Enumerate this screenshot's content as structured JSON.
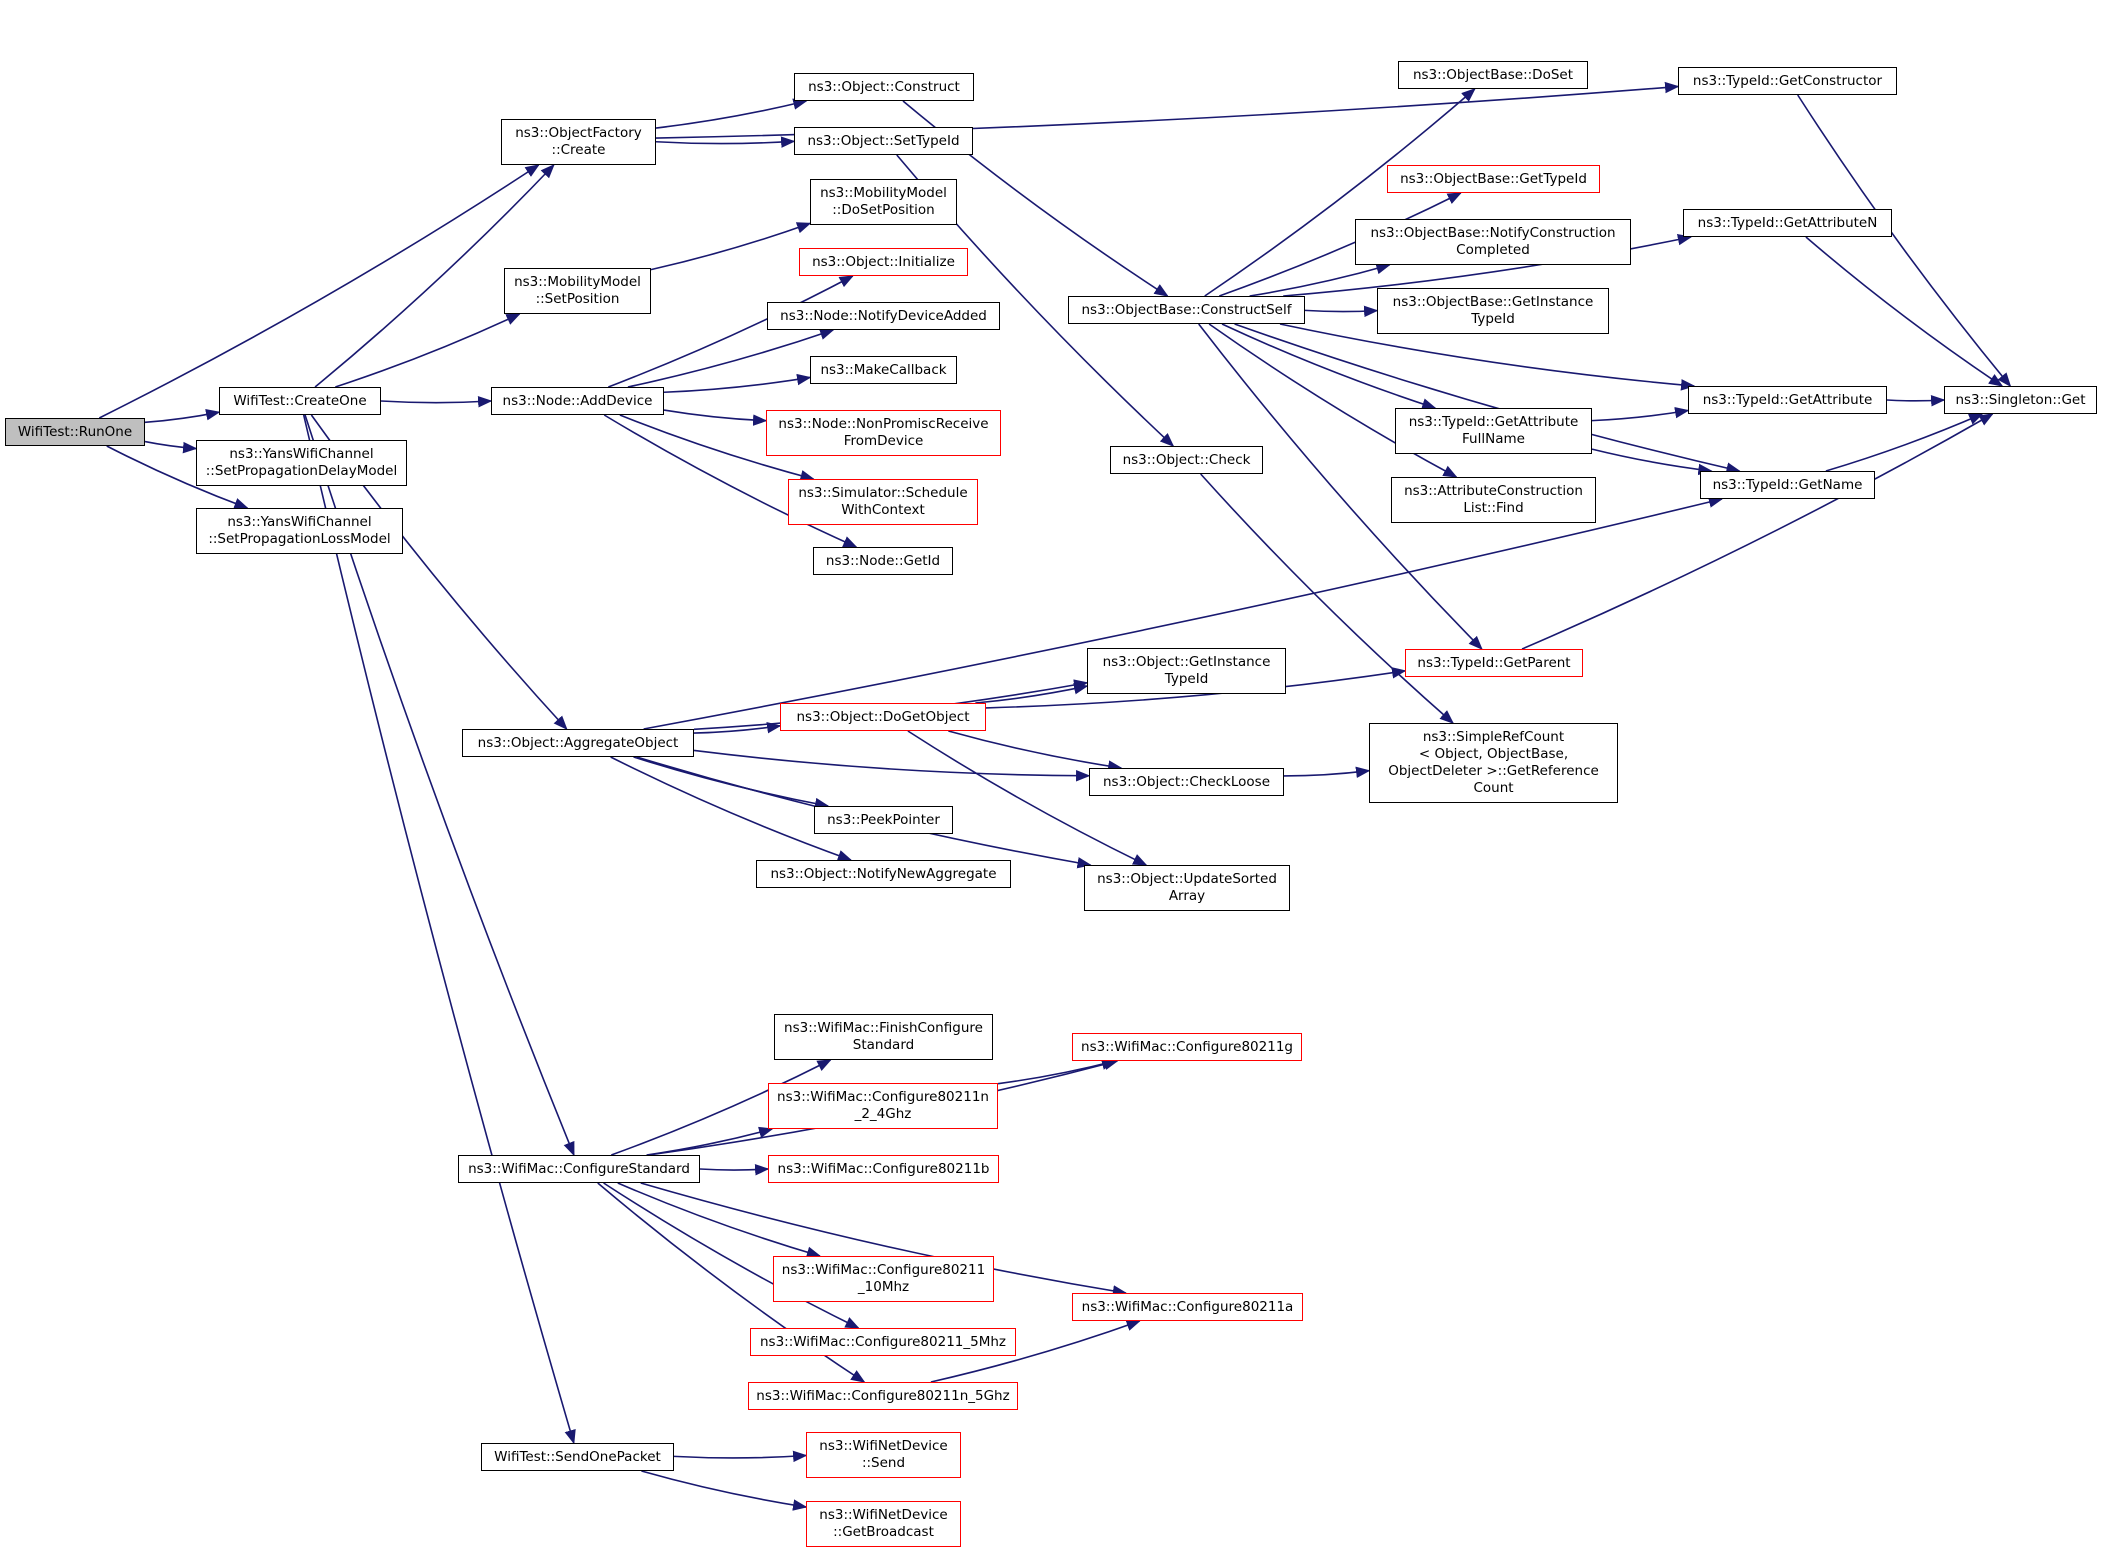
{
  "colors": {
    "edge": "#191970",
    "border_default": "#000000",
    "border_undocumented": "#ff0000",
    "root_fill": "#bfbfbf",
    "background": "#ffffff"
  },
  "nodes": {
    "runone": {
      "label": "WifiTest::RunOne",
      "style": "root"
    },
    "createone": {
      "label": "WifiTest::CreateOne",
      "style": "normal"
    },
    "setpropdelay": {
      "label": "ns3::YansWifiChannel\n::SetPropagationDelayModel",
      "style": "normal"
    },
    "setproploss": {
      "label": "ns3::YansWifiChannel\n::SetPropagationLossModel",
      "style": "normal"
    },
    "objfactory": {
      "label": "ns3::ObjectFactory\n::Create",
      "style": "normal"
    },
    "mobsetpos": {
      "label": "ns3::MobilityModel\n::SetPosition",
      "style": "normal"
    },
    "adddevice": {
      "label": "ns3::Node::AddDevice",
      "style": "normal"
    },
    "aggregate": {
      "label": "ns3::Object::AggregateObject",
      "style": "normal"
    },
    "configstd": {
      "label": "ns3::WifiMac::ConfigureStandard",
      "style": "normal"
    },
    "sendone": {
      "label": "WifiTest::SendOnePacket",
      "style": "normal"
    },
    "construct": {
      "label": "ns3::Object::Construct",
      "style": "normal"
    },
    "settypeid": {
      "label": "ns3::Object::SetTypeId",
      "style": "normal"
    },
    "dosetpos": {
      "label": "ns3::MobilityModel\n::DoSetPosition",
      "style": "normal"
    },
    "initialize": {
      "label": "ns3::Object::Initialize",
      "style": "red"
    },
    "notifydev": {
      "label": "ns3::Node::NotifyDeviceAdded",
      "style": "normal"
    },
    "makecb": {
      "label": "ns3::MakeCallback",
      "style": "normal"
    },
    "nonpromisc": {
      "label": "ns3::Node::NonPromiscReceive\nFromDevice",
      "style": "red"
    },
    "schedule": {
      "label": "ns3::Simulator::Schedule\nWithContext",
      "style": "red"
    },
    "getid": {
      "label": "ns3::Node::GetId",
      "style": "normal"
    },
    "dogetobj": {
      "label": "ns3::Object::DoGetObject",
      "style": "red"
    },
    "peekptr": {
      "label": "ns3::PeekPointer",
      "style": "normal"
    },
    "notifyagg": {
      "label": "ns3::Object::NotifyNewAggregate",
      "style": "normal"
    },
    "finishcfg": {
      "label": "ns3::WifiMac::FinishConfigure\nStandard",
      "style": "normal"
    },
    "cfg11n24": {
      "label": "ns3::WifiMac::Configure80211n\n_2_4Ghz",
      "style": "red"
    },
    "cfg11b": {
      "label": "ns3::WifiMac::Configure80211b",
      "style": "red"
    },
    "cfg10mhz": {
      "label": "ns3::WifiMac::Configure80211\n_10Mhz",
      "style": "red"
    },
    "cfg5mhz": {
      "label": "ns3::WifiMac::Configure80211_5Mhz",
      "style": "red"
    },
    "cfg11n5": {
      "label": "ns3::WifiMac::Configure80211n_5Ghz",
      "style": "red"
    },
    "wifisend": {
      "label": "ns3::WifiNetDevice\n::Send",
      "style": "red"
    },
    "getbcast": {
      "label": "ns3::WifiNetDevice\n::GetBroadcast",
      "style": "red"
    },
    "constructself": {
      "label": "ns3::ObjectBase::ConstructSelf",
      "style": "normal"
    },
    "objcheck": {
      "label": "ns3::Object::Check",
      "style": "normal"
    },
    "getinsttid2": {
      "label": "ns3::Object::GetInstance\nTypeId",
      "style": "normal"
    },
    "checkloose": {
      "label": "ns3::Object::CheckLoose",
      "style": "normal"
    },
    "updsorted": {
      "label": "ns3::Object::UpdateSorted\nArray",
      "style": "normal"
    },
    "cfg11g": {
      "label": "ns3::WifiMac::Configure80211g",
      "style": "red"
    },
    "cfg11a": {
      "label": "ns3::WifiMac::Configure80211a",
      "style": "red"
    },
    "doset": {
      "label": "ns3::ObjectBase::DoSet",
      "style": "normal"
    },
    "obgettid": {
      "label": "ns3::ObjectBase::GetTypeId",
      "style": "red"
    },
    "notifyconst": {
      "label": "ns3::ObjectBase::NotifyConstruction\nCompleted",
      "style": "normal"
    },
    "getinsttid": {
      "label": "ns3::ObjectBase::GetInstance\nTypeId",
      "style": "normal"
    },
    "getattrfull": {
      "label": "ns3::TypeId::GetAttribute\nFullName",
      "style": "normal"
    },
    "attrfind": {
      "label": "ns3::AttributeConstruction\nList::Find",
      "style": "normal"
    },
    "getparent": {
      "label": "ns3::TypeId::GetParent",
      "style": "red"
    },
    "simpleref": {
      "label": "ns3::SimpleRefCount\n< Object, ObjectBase,\n ObjectDeleter >::GetReference\nCount",
      "style": "normal"
    },
    "getctor": {
      "label": "ns3::TypeId::GetConstructor",
      "style": "normal"
    },
    "getattrn": {
      "label": "ns3::TypeId::GetAttributeN",
      "style": "normal"
    },
    "getattr": {
      "label": "ns3::TypeId::GetAttribute",
      "style": "normal"
    },
    "getname": {
      "label": "ns3::TypeId::GetName",
      "style": "normal"
    },
    "singleton": {
      "label": "ns3::Singleton::Get",
      "style": "normal"
    }
  },
  "edges": [
    [
      "runone",
      "createone"
    ],
    [
      "runone",
      "setpropdelay"
    ],
    [
      "runone",
      "setproploss"
    ],
    [
      "runone",
      "objfactory"
    ],
    [
      "createone",
      "objfactory"
    ],
    [
      "createone",
      "mobsetpos"
    ],
    [
      "createone",
      "adddevice"
    ],
    [
      "createone",
      "aggregate"
    ],
    [
      "createone",
      "configstd"
    ],
    [
      "createone",
      "sendone"
    ],
    [
      "objfactory",
      "construct"
    ],
    [
      "objfactory",
      "settypeid"
    ],
    [
      "objfactory",
      "getctor"
    ],
    [
      "mobsetpos",
      "dosetpos"
    ],
    [
      "adddevice",
      "initialize"
    ],
    [
      "adddevice",
      "notifydev"
    ],
    [
      "adddevice",
      "makecb"
    ],
    [
      "adddevice",
      "nonpromisc"
    ],
    [
      "adddevice",
      "schedule"
    ],
    [
      "adddevice",
      "getid"
    ],
    [
      "construct",
      "constructself"
    ],
    [
      "settypeid",
      "objcheck"
    ],
    [
      "constructself",
      "doset"
    ],
    [
      "constructself",
      "obgettid"
    ],
    [
      "constructself",
      "notifyconst"
    ],
    [
      "constructself",
      "getinsttid"
    ],
    [
      "constructself",
      "getattr"
    ],
    [
      "constructself",
      "getattrfull"
    ],
    [
      "constructself",
      "attrfind"
    ],
    [
      "constructself",
      "getname"
    ],
    [
      "constructself",
      "getparent"
    ],
    [
      "constructself",
      "getattrn"
    ],
    [
      "getattrfull",
      "getattr"
    ],
    [
      "getattrfull",
      "getname"
    ],
    [
      "getattr",
      "singleton"
    ],
    [
      "getname",
      "singleton"
    ],
    [
      "getparent",
      "singleton"
    ],
    [
      "getattrn",
      "singleton"
    ],
    [
      "getctor",
      "singleton"
    ],
    [
      "objcheck",
      "simpleref"
    ],
    [
      "aggregate",
      "getinsttid2"
    ],
    [
      "aggregate",
      "dogetobj"
    ],
    [
      "aggregate",
      "checkloose"
    ],
    [
      "aggregate",
      "peekptr"
    ],
    [
      "aggregate",
      "notifyagg"
    ],
    [
      "aggregate",
      "updsorted"
    ],
    [
      "aggregate",
      "getname"
    ],
    [
      "dogetobj",
      "getinsttid2"
    ],
    [
      "dogetobj",
      "checkloose"
    ],
    [
      "dogetobj",
      "updsorted"
    ],
    [
      "dogetobj",
      "getparent"
    ],
    [
      "checkloose",
      "simpleref"
    ],
    [
      "configstd",
      "cfg11g"
    ],
    [
      "configstd",
      "finishcfg"
    ],
    [
      "configstd",
      "cfg11n24"
    ],
    [
      "configstd",
      "cfg11b"
    ],
    [
      "configstd",
      "cfg10mhz"
    ],
    [
      "configstd",
      "cfg5mhz"
    ],
    [
      "configstd",
      "cfg11n5"
    ],
    [
      "configstd",
      "cfg11a"
    ],
    [
      "cfg11n24",
      "cfg11g"
    ],
    [
      "cfg11n5",
      "cfg11a"
    ],
    [
      "sendone",
      "wifisend"
    ],
    [
      "sendone",
      "getbcast"
    ]
  ]
}
